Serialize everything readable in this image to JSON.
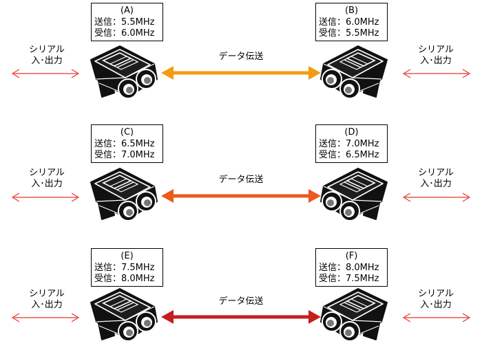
{
  "colors": {
    "serial_arrow": "#e8342c",
    "pair_1_arrow": "#f39c12",
    "pair_2_arrow": "#ec5a1c",
    "pair_3_arrow": "#c61d1d",
    "device_body": "#111111"
  },
  "icons": {
    "device": "optical-transceiver-icon",
    "serial_arrow": "double-arrow-icon",
    "link_arrow": "double-arrow-icon"
  },
  "pairs": [
    {
      "left": {
        "id": "(A)",
        "tx": "送信：5.5MHz",
        "rx": "受信：6.0MHz"
      },
      "right": {
        "id": "(B)",
        "tx": "送信：6.0MHz",
        "rx": "受信：5.5MHz"
      },
      "link_label": "データ伝送",
      "serial_label_left": [
        "シリアル",
        "入･出力"
      ],
      "serial_label_right": [
        "シリアル",
        "入･出力"
      ]
    },
    {
      "left": {
        "id": "(C)",
        "tx": "送信：6.5MHz",
        "rx": "受信：7.0MHz"
      },
      "right": {
        "id": "(D)",
        "tx": "送信：7.0MHz",
        "rx": "受信：6.5MHz"
      },
      "link_label": "データ伝送",
      "serial_label_left": [
        "シリアル",
        "入･出力"
      ],
      "serial_label_right": [
        "シリアル",
        "入･出力"
      ]
    },
    {
      "left": {
        "id": "(E)",
        "tx": "送信：7.5MHz",
        "rx": "受信：8.0MHz"
      },
      "right": {
        "id": "(F)",
        "tx": "送信：8.0MHz",
        "rx": "受信：7.5MHz"
      },
      "link_label": "データ伝送",
      "serial_label_left": [
        "シリアル",
        "入･出力"
      ],
      "serial_label_right": [
        "シリアル",
        "入･出力"
      ]
    }
  ]
}
